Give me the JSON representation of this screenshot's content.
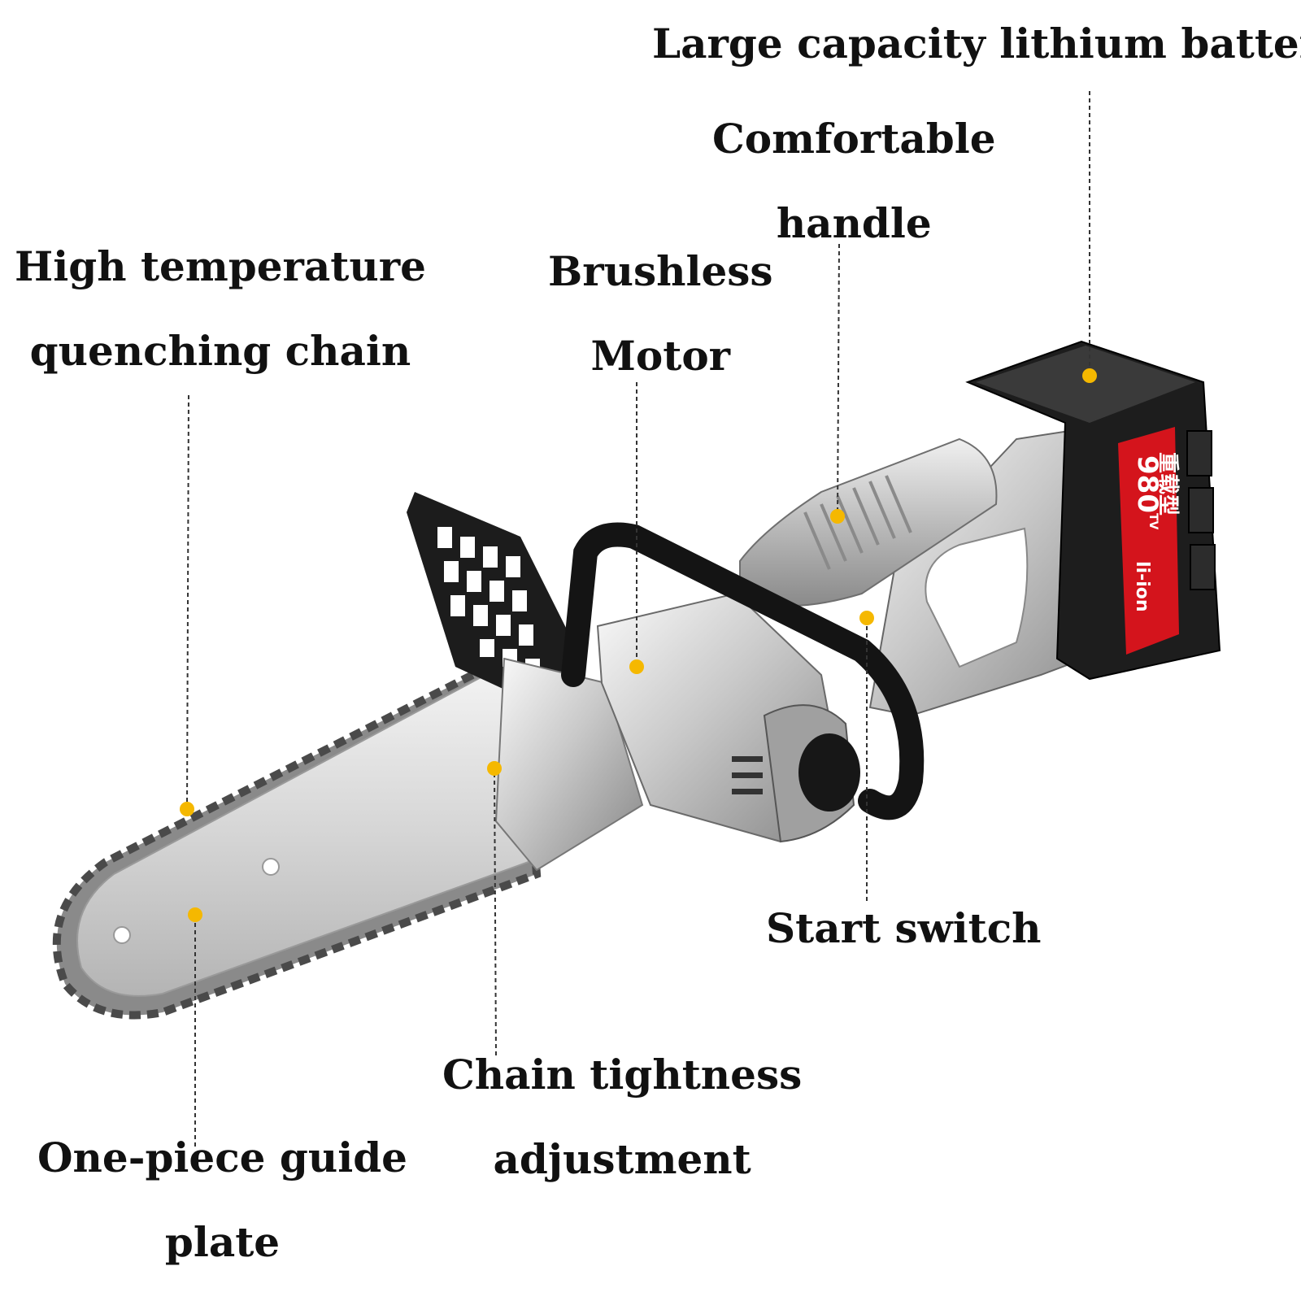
{
  "colors": {
    "dot": "#f5b800",
    "metal_light": "#e6e6e6",
    "metal_mid": "#b9b9b9",
    "metal_dark": "#6f6f6f",
    "black": "#161616",
    "battery_red": "#d4141c",
    "line": "#333333"
  },
  "icons": [
    "chainsaw-illustration",
    "battery-icon",
    "guide-bar-icon"
  ],
  "battery_print": {
    "model": "980",
    "superscript": "TV",
    "chinese": "重载型",
    "brand": "li-ion"
  },
  "callouts": [
    {
      "id": "battery",
      "lines": [
        "Large capacity lithium battery"
      ]
    },
    {
      "id": "handle",
      "lines": [
        "Comfortable",
        "handle"
      ]
    },
    {
      "id": "motor",
      "lines": [
        "Brushless",
        "Motor"
      ]
    },
    {
      "id": "chain",
      "lines": [
        "High temperature",
        "quenching chain"
      ]
    },
    {
      "id": "switch",
      "lines": [
        "Start switch"
      ]
    },
    {
      "id": "tightness",
      "lines": [
        "Chain tightness",
        "adjustment"
      ]
    },
    {
      "id": "plate",
      "lines": [
        "One-piece guide",
        "plate"
      ]
    }
  ]
}
